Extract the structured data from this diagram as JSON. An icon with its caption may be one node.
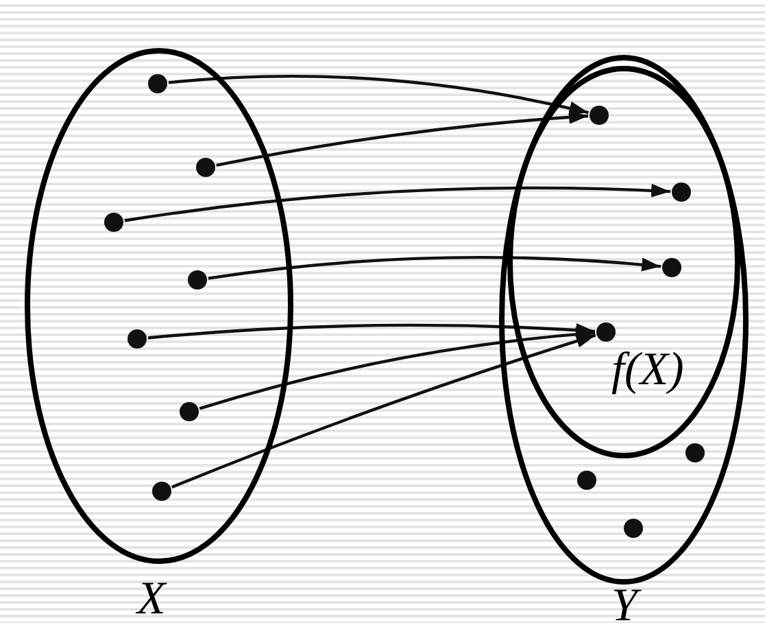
{
  "diagram": {
    "nodes": [
      {
        "text": [
          "X"
        ]
      },
      {
        "text": [
          "Y"
        ]
      },
      {
        "text": [
          "f(X)"
        ],
        "in": 1
      },
      {
        "text": [],
        "shape": "circle",
        "in": 0
      },
      {
        "text": [],
        "shape": "circle",
        "in": 0
      },
      {
        "text": [],
        "shape": "circle",
        "in": 0
      },
      {
        "text": [],
        "shape": "circle",
        "in": 0
      },
      {
        "text": [],
        "shape": "circle",
        "in": 0
      },
      {
        "text": [],
        "shape": "circle",
        "in": 0
      },
      {
        "text": [],
        "shape": "circle",
        "in": 0
      },
      {
        "text": [],
        "shape": "circle",
        "in": 2
      },
      {
        "text": [],
        "shape": "circle",
        "in": 2
      },
      {
        "text": [],
        "shape": "circle",
        "in": 2
      },
      {
        "text": [],
        "shape": "circle",
        "in": 2
      },
      {
        "text": [],
        "shape": "circle",
        "in": 1
      },
      {
        "text": [],
        "shape": "circle",
        "in": 1
      },
      {
        "text": [],
        "shape": "circle",
        "in": 1
      }
    ],
    "edges": [
      {
        "from": 3,
        "to": 10,
        "arrow": "to"
      },
      {
        "from": 4,
        "to": 10,
        "arrow": "to"
      },
      {
        "from": 5,
        "to": 11,
        "arrow": "to"
      },
      {
        "from": 6,
        "to": 12,
        "arrow": "to"
      },
      {
        "from": 7,
        "to": 13,
        "arrow": "to"
      },
      {
        "from": 8,
        "to": 13,
        "arrow": "to"
      },
      {
        "from": 9,
        "to": 13,
        "arrow": "to"
      }
    ]
  }
}
